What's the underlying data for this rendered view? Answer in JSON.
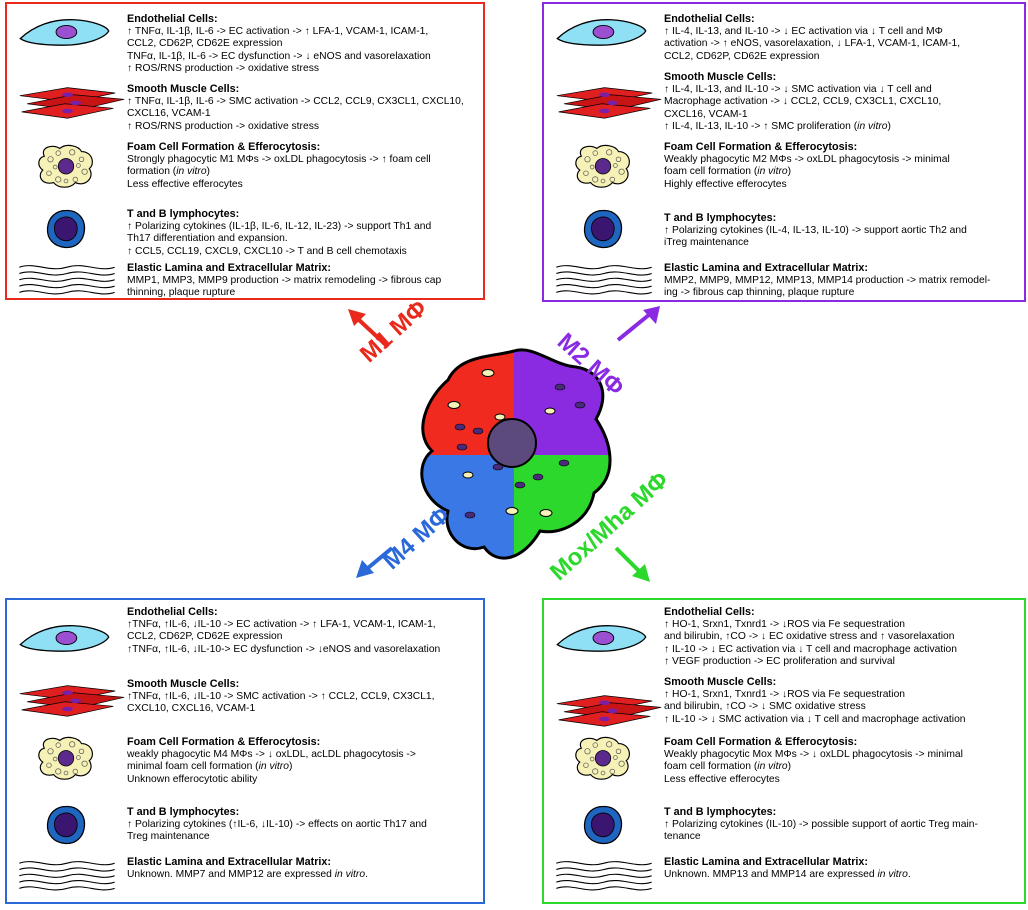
{
  "colors": {
    "m1": "#e8291c",
    "m2": "#8a2be2",
    "m4": "#2b68d8",
    "mox": "#2bd82b"
  },
  "labels": {
    "m1": "M1 MΦ",
    "m2": "M2 MΦ",
    "m4": "M4 MΦ",
    "mox": "Mox/Mha MΦ"
  },
  "icons": [
    "endothelial-cell-icon",
    "smooth-muscle-cells-icon",
    "foam-cell-icon",
    "lymphocyte-icon",
    "elastic-lamina-icon",
    "macrophage-icon",
    "arrow-icon"
  ],
  "panels": {
    "m1": [
      {
        "title": "Endothelial Cells:",
        "lines": [
          "↑ TNFα, IL-1β, IL-6 -> EC activation -> ↑ LFA-1, VCAM-1, ICAM-1,",
          "CCL2, CD62P, CD62E  expression",
          "TNFα, IL-1β, IL-6 -> EC dysfunction -> ↓ eNOS and vasorelaxation",
          "↑ ROS/RNS production -> oxidative stress"
        ]
      },
      {
        "title": "Smooth Muscle Cells:",
        "lines": [
          "↑ TNFα, IL-1β, IL-6 -> SMC activation -> CCL2, CCL9, CX3CL1, CXCL10,",
          "CXCL16, VCAM-1",
          "↑ ROS/RNS production -> oxidative stress"
        ]
      },
      {
        "title": "Foam Cell Formation & Efferocytosis:",
        "lines": [
          "Strongly phagocytic M1 MΦs -> oxLDL phagocytosis -> ↑ foam cell",
          "formation (in vitro)",
          "Less effective efferocytes"
        ]
      },
      {
        "title": "T and B lymphocytes:",
        "lines": [
          "↑ Polarizing cytokines (IL-1β, IL-6, IL-12, IL-23) -> support Th1 and",
          "Th17 differentiation and expansion.",
          "↑ CCL5, CCL19, CXCL9, CXCL10 -> T and B cell chemotaxis"
        ]
      },
      {
        "title": "Elastic Lamina and Extracellular Matrix:",
        "lines": [
          "MMP1, MMP3, MMP9 production -> matrix remodeling -> fibrous cap",
          "thinning, plaque rupture"
        ]
      }
    ],
    "m2": [
      {
        "title": "Endothelial Cells:",
        "lines": [
          "↑ IL-4, IL-13, and IL-10 -> ↓ EC activation via ↓ T cell and MΦ",
          "activation -> ↑ eNOS, vasorelaxation, ↓ LFA-1, VCAM-1, ICAM-1,",
          "CCL2, CD62P, CD62E  expression"
        ]
      },
      {
        "title": "Smooth Muscle Cells:",
        "lines": [
          "↑ IL-4, IL-13, and IL-10 -> ↓ SMC activation via ↓ T cell and",
          "Macrophage activation -> ↓ CCL2, CCL9, CX3CL1, CXCL10,",
          "CXCL16, VCAM-1",
          "↑ IL-4, IL-13, IL-10 -> ↑ SMC proliferation (in vitro)"
        ]
      },
      {
        "title": "Foam Cell Formation & Efferocytosis:",
        "lines": [
          "Weakly phagocytic M2 MΦs -> oxLDL phagocytosis -> minimal",
          "foam cell formation (in vitro)",
          "Highly effective efferocytes"
        ]
      },
      {
        "title": "T and B lymphocytes:",
        "lines": [
          "↑ Polarizing cytokines (IL-4, IL-13, IL-10) -> support aortic Th2 and",
          "iTreg maintenance"
        ]
      },
      {
        "title": "Elastic Lamina and Extracellular Matrix:",
        "lines": [
          "MMP2, MMP9, MMP12, MMP13, MMP14 production -> matrix remodel-",
          "ing -> fibrous cap thinning, plaque rupture"
        ]
      }
    ],
    "m4": [
      {
        "title": "Endothelial Cells:",
        "lines": [
          "↑TNFα, ↑IL-6, ↓IL-10 -> EC activation -> ↑ LFA-1, VCAM-1, ICAM-1,",
          "CCL2, CD62P, CD62E   expression",
          "↑TNFα, ↑IL-6, ↓IL-10-> EC dysfunction -> ↓eNOS and vasorelaxation"
        ]
      },
      {
        "title": "Smooth Muscle Cells:",
        "lines": [
          "↑TNFα, ↑IL-6, ↓IL-10 -> SMC activation -> ↑ CCL2, CCL9, CX3CL1,",
          "CXCL10, CXCL16, VCAM-1"
        ]
      },
      {
        "title": "Foam Cell Formation & Efferocytosis:",
        "lines": [
          "weakly phagocytic M4 MΦs -> ↓ oxLDL, acLDL phagocytosis ->",
          "minimal foam cell formation (in vitro)",
          "Unknown efferocytotic ability"
        ]
      },
      {
        "title": "T and B lymphocytes:",
        "lines": [
          "↑ Polarizing cytokines (↑IL-6, ↓IL-10) -> effects on aortic Th17 and",
          "Treg maintenance"
        ]
      },
      {
        "title": "Elastic Lamina and Extracellular Matrix:",
        "lines": [
          "Unknown. MMP7 and MMP12 are expressed in vitro."
        ]
      }
    ],
    "mox": [
      {
        "title": "Endothelial Cells:",
        "lines": [
          "↑ HO-1, Srxn1, Txnrd1 -> ↓ROS via Fe sequestration",
          "and bilirubin, ↑CO -> ↓ EC oxidative stress and ↑ vasorelaxation",
          "↑ IL-10 -> ↓ EC activation via ↓ T cell and macrophage activation",
          "↑ VEGF production -> EC proliferation and survival"
        ]
      },
      {
        "title": "Smooth Muscle Cells:",
        "lines": [
          "↑ HO-1, Srxn1, Txnrd1 -> ↓ROS via Fe sequestration",
          "and bilirubin, ↑CO -> ↓ SMC oxidative stress",
          "↑ IL-10 -> ↓ SMC activation via ↓ T cell and macrophage activation"
        ]
      },
      {
        "title": "Foam Cell Formation & Efferocytosis:",
        "lines": [
          "Weakly phagocytic Mox MΦs -> ↓ oxLDL phagocytosis -> minimal",
          "foam cell formation (in vitro)",
          "Less effective efferocytes"
        ]
      },
      {
        "title": "T and B lymphocytes:",
        "lines": [
          "↑ Polarizing cytokines (IL-10) -> possible support of aortic Treg main-",
          "tenance"
        ]
      },
      {
        "title": "Elastic Lamina and Extracellular Matrix:",
        "lines": [
          "Unknown. MMP13 and MMP14 are expressed in vitro."
        ]
      }
    ]
  }
}
